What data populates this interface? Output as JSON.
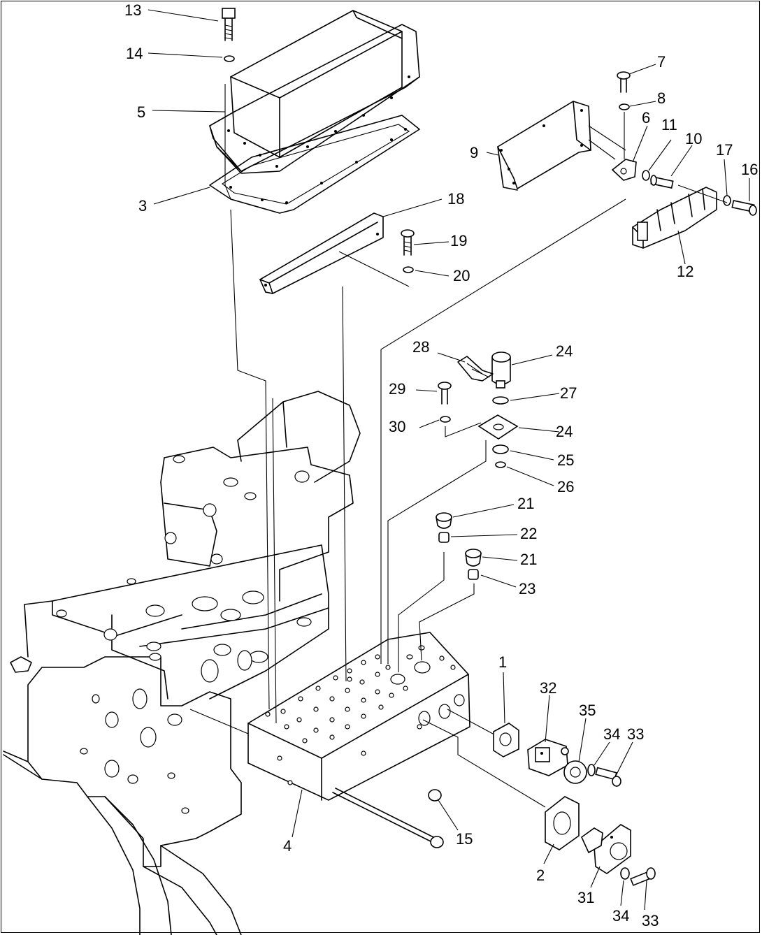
{
  "diagram": {
    "callouts": [
      {
        "id": "c1",
        "text": "1"
      },
      {
        "id": "c2",
        "text": "2"
      },
      {
        "id": "c3",
        "text": "3"
      },
      {
        "id": "c4",
        "text": "4"
      },
      {
        "id": "c5",
        "text": "5"
      },
      {
        "id": "c6",
        "text": "6"
      },
      {
        "id": "c7",
        "text": "7"
      },
      {
        "id": "c8",
        "text": "8"
      },
      {
        "id": "c9",
        "text": "9"
      },
      {
        "id": "c10",
        "text": "10"
      },
      {
        "id": "c11",
        "text": "11"
      },
      {
        "id": "c12",
        "text": "12"
      },
      {
        "id": "c13",
        "text": "13"
      },
      {
        "id": "c14",
        "text": "14"
      },
      {
        "id": "c15",
        "text": "15"
      },
      {
        "id": "c16",
        "text": "16"
      },
      {
        "id": "c17",
        "text": "17"
      },
      {
        "id": "c18",
        "text": "18"
      },
      {
        "id": "c19",
        "text": "19"
      },
      {
        "id": "c20",
        "text": "20"
      },
      {
        "id": "c21a",
        "text": "21"
      },
      {
        "id": "c21b",
        "text": "21"
      },
      {
        "id": "c22",
        "text": "22"
      },
      {
        "id": "c23",
        "text": "23"
      },
      {
        "id": "c24a",
        "text": "24"
      },
      {
        "id": "c24b",
        "text": "24"
      },
      {
        "id": "c25",
        "text": "25"
      },
      {
        "id": "c26",
        "text": "26"
      },
      {
        "id": "c27",
        "text": "27"
      },
      {
        "id": "c28",
        "text": "28"
      },
      {
        "id": "c29",
        "text": "29"
      },
      {
        "id": "c30",
        "text": "30"
      },
      {
        "id": "c31",
        "text": "31"
      },
      {
        "id": "c32",
        "text": "32"
      },
      {
        "id": "c33a",
        "text": "33"
      },
      {
        "id": "c33b",
        "text": "33"
      },
      {
        "id": "c34a",
        "text": "34"
      },
      {
        "id": "c34b",
        "text": "34"
      },
      {
        "id": "c35",
        "text": "35"
      }
    ]
  }
}
